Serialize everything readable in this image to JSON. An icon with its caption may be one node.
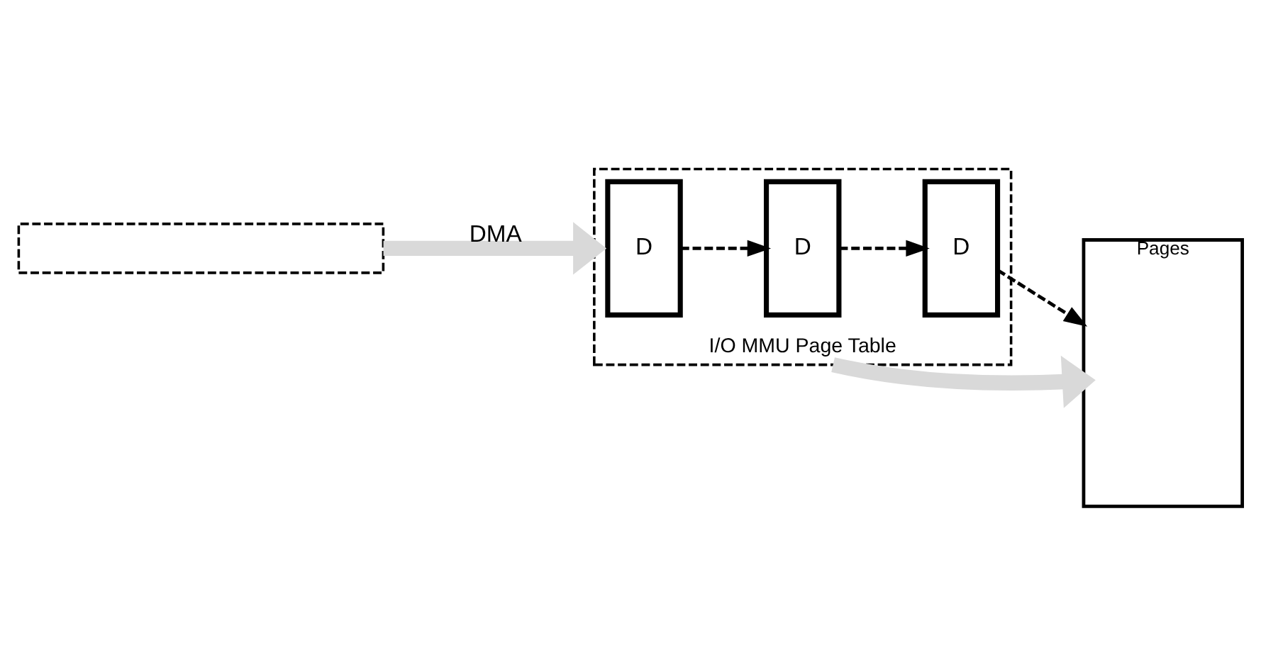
{
  "diagram": {
    "nodes": [
      {
        "text": [
          "I/O MMU Page Table"
        ]
      },
      {
        "text": [
          "D"
        ],
        "in": 0
      },
      {
        "text": [
          "D"
        ],
        "in": 0
      },
      {
        "text": [
          "D"
        ],
        "in": 0
      },
      {
        "text": [
          "Pages"
        ]
      },
      {
        "text": [],
        "shape": "box"
      }
    ],
    "edges": [
      {
        "from": 1,
        "to": 2,
        "arrow": "to",
        "style": "dashed"
      },
      {
        "from": 2,
        "to": 3,
        "arrow": "to",
        "style": "dashed"
      },
      {
        "from": 3,
        "to": 4,
        "arrow": "to",
        "style": "dashed"
      },
      {
        "from": 0,
        "to": 4,
        "arrow": "to",
        "style": "thick",
        "color": "#d9d9d9"
      },
      {
        "from": 5,
        "to": 0,
        "label": "DMA",
        "arrow": "to",
        "style": "thick",
        "color": "#d9d9d9"
      }
    ]
  }
}
